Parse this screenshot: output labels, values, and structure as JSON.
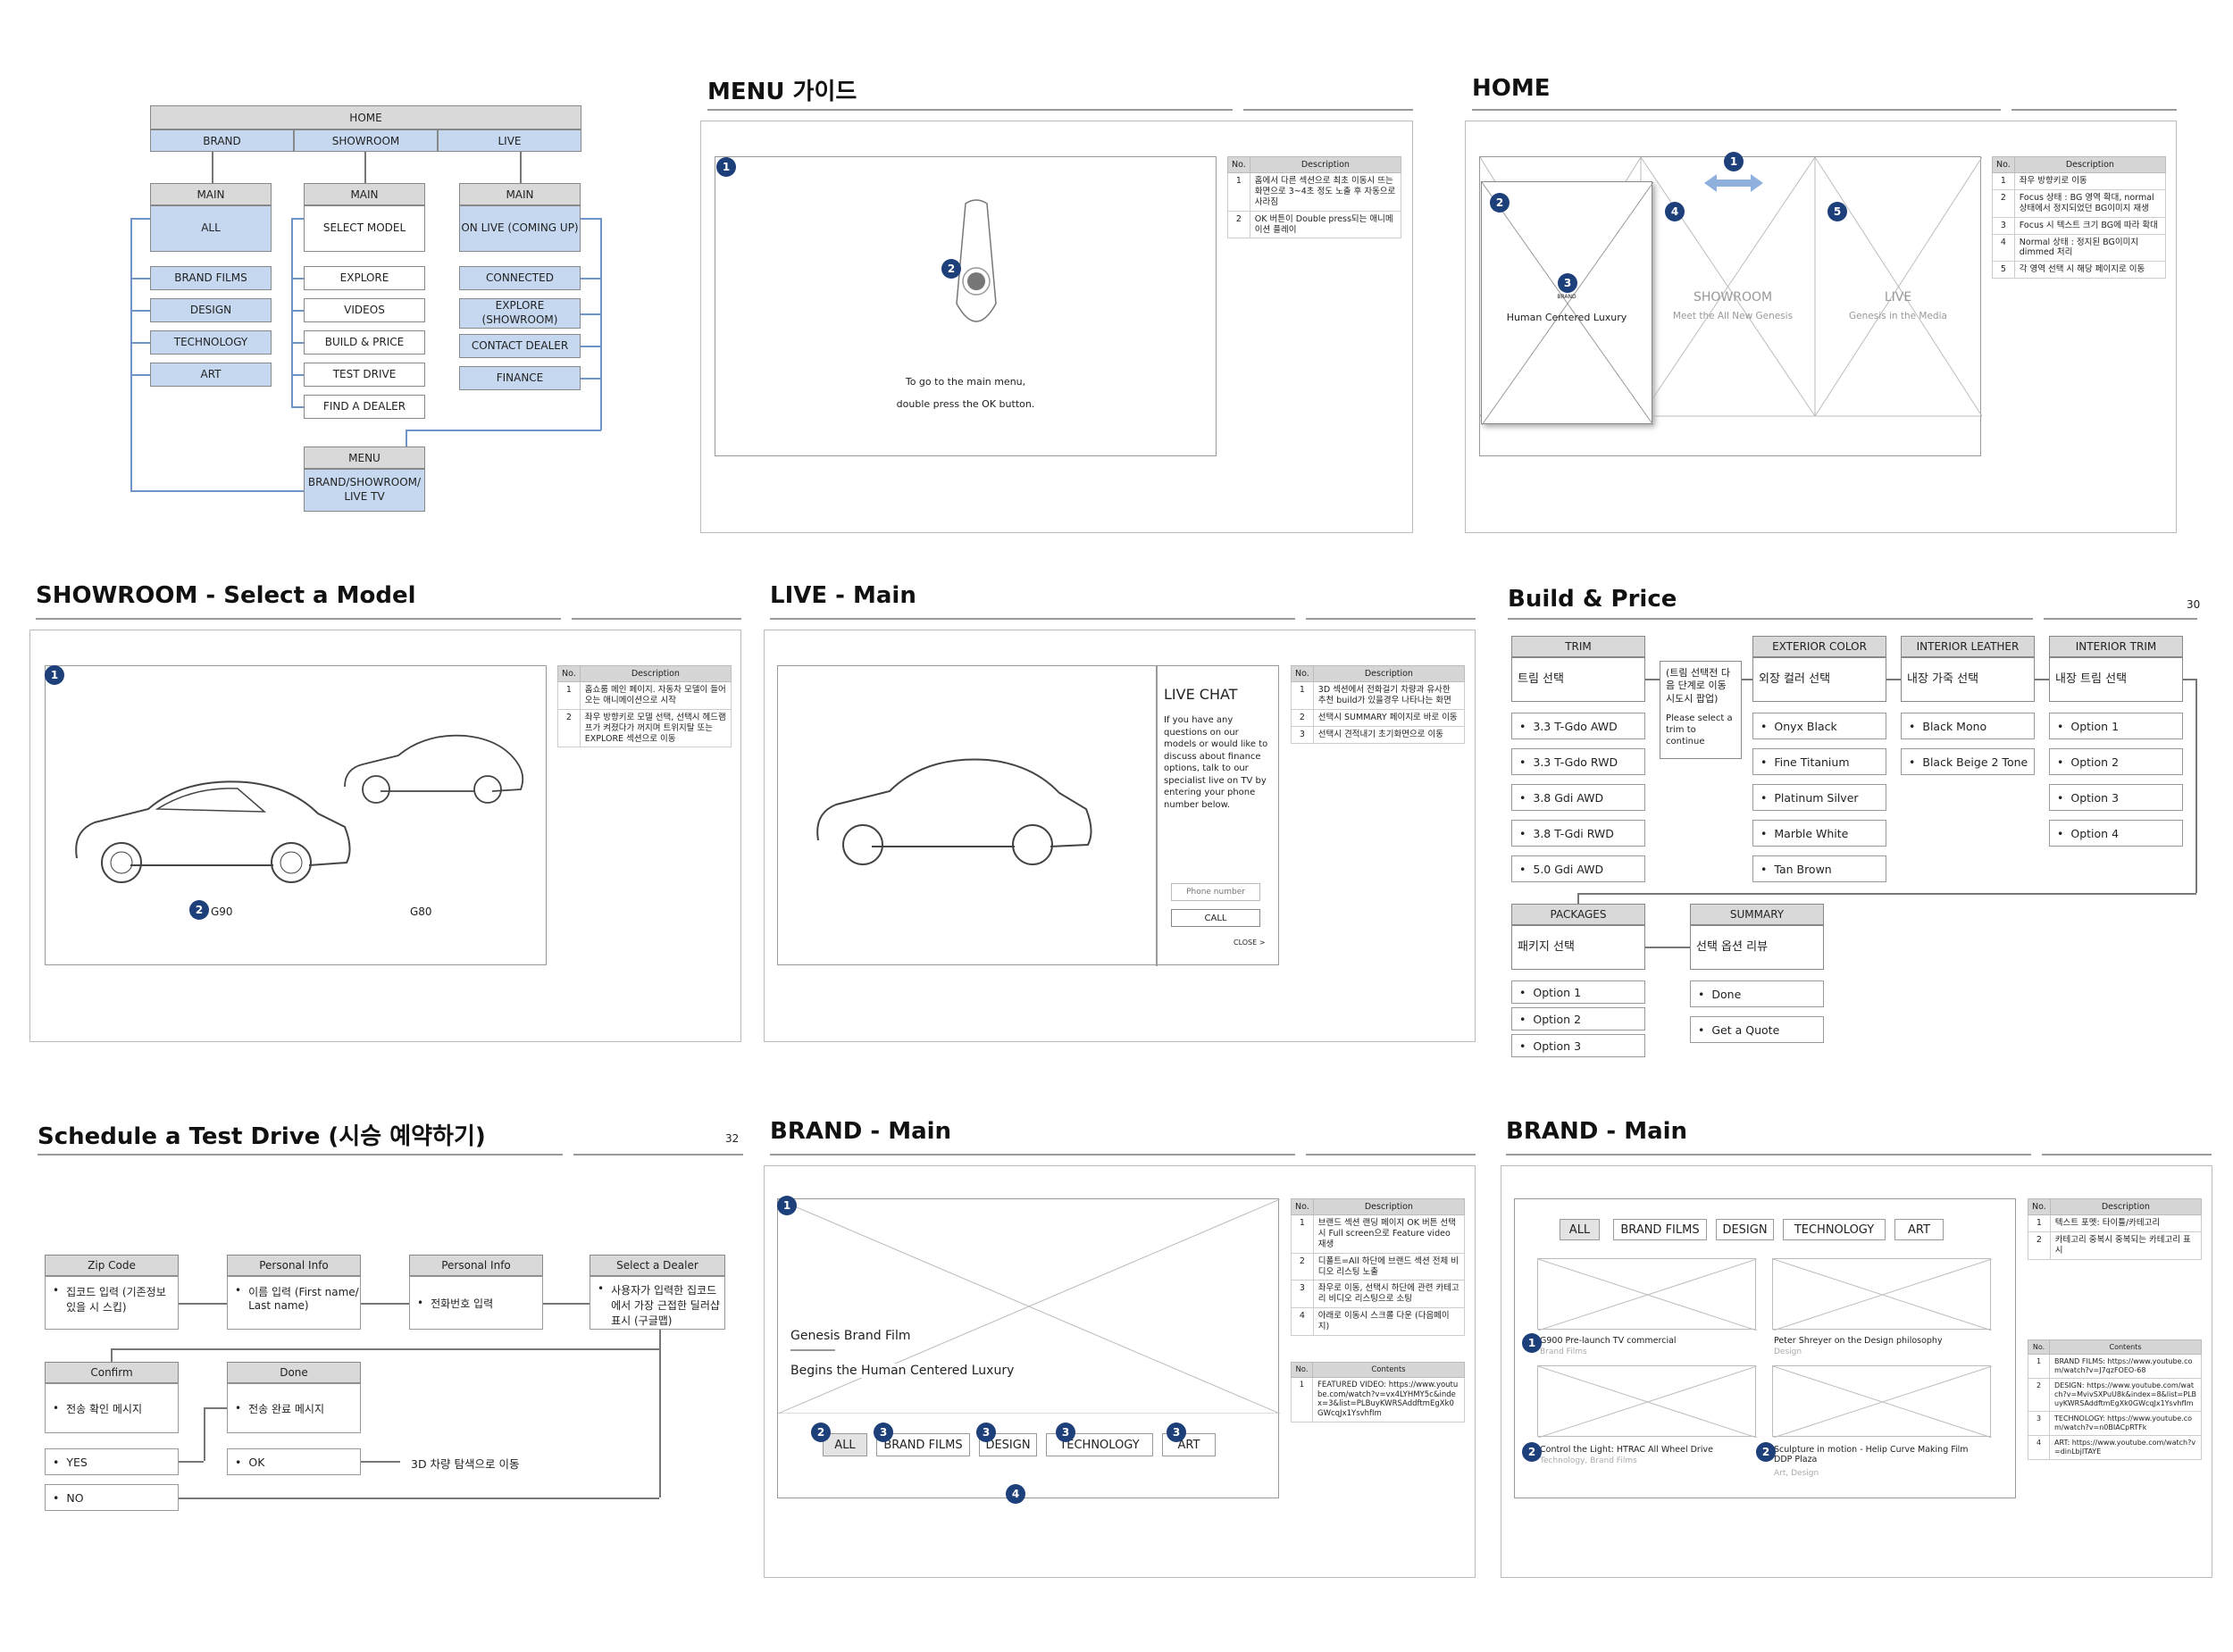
{
  "sitemap": {
    "home": "HOME",
    "brand": "BRAND",
    "showroom": "SHOWROOM",
    "live": "LIVE",
    "main": "MAIN",
    "brand_main": "ALL",
    "showroom_main": "SELECT MODEL",
    "live_main": "ON LIVE (COMING UP)",
    "brand_items": [
      "BRAND FILMS",
      "DESIGN",
      "TECHNOLOGY",
      "ART"
    ],
    "showroom_items": [
      "EXPLORE",
      "VIDEOS",
      "BUILD & PRICE",
      "TEST DRIVE",
      "FIND A DEALER"
    ],
    "live_items": [
      "CONNECTED",
      "EXPLORE (SHOWROOM)",
      "CONTACT DEALER",
      "FINANCE"
    ],
    "menu": "MENU",
    "menu_sub": "BRAND/SHOWROOM/ LIVE TV"
  },
  "menu_guide": {
    "title": "MENU 가이드",
    "text1": "To go to the main menu,",
    "text2": "double press the OK button.",
    "table": {
      "h_no": "No.",
      "h_desc": "Description",
      "rows": [
        {
          "n": "1",
          "d": "홈에서 다른 섹션으로 최초 이동시 뜨는 화면으로 3~4초 정도 노출 후 자동으로 사라짐"
        },
        {
          "n": "2",
          "d": "OK 버튼이 Double press되는 애니메이션 플레이"
        }
      ]
    }
  },
  "home": {
    "title": "HOME",
    "brand_label": "BRAND",
    "brand_caption": "Human Centered Luxury",
    "showroom_label": "SHOWROOM",
    "showroom_caption": "Meet the All New Genesis",
    "live_label": "LIVE",
    "live_caption": "Genesis in the Media",
    "table": {
      "h_no": "No.",
      "h_desc": "Description",
      "rows": [
        {
          "n": "1",
          "d": "좌우 방향키로 이동"
        },
        {
          "n": "2",
          "d": "Focus 상태 : BG 영역 확대, normal 상태에서 정지되었던 BG이미지 재생"
        },
        {
          "n": "3",
          "d": "Focus 시 텍스트 크기 BG에 따라 확대"
        },
        {
          "n": "4",
          "d": "Normal 상태 : 정지된 BG이미지 dimmed 처리"
        },
        {
          "n": "5",
          "d": "각 영역 선택 시 해당 페이지로 이동"
        }
      ]
    }
  },
  "showroom": {
    "title": "SHOWROOM - Select a Model",
    "car1": "G90",
    "car2": "G80",
    "table": {
      "h_no": "No.",
      "h_desc": "Description",
      "rows": [
        {
          "n": "1",
          "d": "홈쇼룸 메인 페이지. 자동차 모델이 들어오는 애니메이션으로 시작"
        },
        {
          "n": "2",
          "d": "좌우 방향키로 모델 선택, 선택시 헤드램프가 켜졌다가 꺼지며 트위지탈 또는 EXPLORE 섹션으로 이동"
        }
      ]
    }
  },
  "live": {
    "title": "LIVE - Main",
    "chat_title": "LIVE CHAT",
    "chat_body": "If you have any questions on our models or would like to discuss about finance options, talk to our specialist live on TV by entering your phone number below.",
    "phone_placeholder": "Phone number",
    "call": "CALL",
    "close": "CLOSE >",
    "table": {
      "h_no": "No.",
      "h_desc": "Description",
      "rows": [
        {
          "n": "1",
          "d": "3D 섹션에서 전화걸기 차량과 유사한 추천 build가 있을경우 나타나는 화면"
        },
        {
          "n": "2",
          "d": "선택시 SUMMARY 페이지로 바로 이동"
        },
        {
          "n": "3",
          "d": "선택시 견적내기 초기화면으로 이동"
        }
      ]
    }
  },
  "build": {
    "title": "Build & Price",
    "page": "30",
    "trim": {
      "head": "TRIM",
      "sub": "트림 선택",
      "items": [
        "3.3 T-Gdo AWD",
        "3.3 T-Gdo RWD",
        "3.8 Gdi AWD",
        "3.8 T-Gdi RWD",
        "5.0 Gdi AWD"
      ]
    },
    "note": "(트림 선택전 다음 단계로 이동 시도시 팝업)",
    "note_en": "Please select a trim to continue",
    "ext": {
      "head": "EXTERIOR COLOR",
      "sub": "외장 컬러 선택",
      "items": [
        "Onyx Black",
        "Fine Titanium",
        "Platinum Silver",
        "Marble White",
        "Tan Brown"
      ]
    },
    "leather": {
      "head": "INTERIOR LEATHER",
      "sub": "내장 가죽 선택",
      "items": [
        "Black Mono",
        "Black Beige 2 Tone"
      ]
    },
    "itrim": {
      "head": "INTERIOR TRIM",
      "sub": "내장 트림 선택",
      "items": [
        "Option 1",
        "Option 2",
        "Option 3",
        "Option 4"
      ]
    },
    "packages": {
      "head": "PACKAGES",
      "sub": "패키지 선택",
      "items": [
        "Option 1",
        "Option 2",
        "Option 3"
      ]
    },
    "summary": {
      "head": "SUMMARY",
      "sub": "선택 옵션 리뷰",
      "items": [
        "Done",
        "Get a Quote"
      ]
    }
  },
  "test": {
    "title": "Schedule a Test Drive (시승 예약하기)",
    "page": "32",
    "zip": {
      "head": "Zip Code",
      "body": "집코드 입력 (기존정보 있을 시 스킵)"
    },
    "info1": {
      "head": "Personal Info",
      "body": "이름 입력 (First name/ Last name)"
    },
    "info2": {
      "head": "Personal Info",
      "body": "전화번호 입력"
    },
    "dealer": {
      "head": "Select a Dealer",
      "body": "사용자가 입력한 집코드에서 가장 근접한 딜러샵 표시 (구글맵)"
    },
    "confirm": {
      "head": "Confirm",
      "body": "전송 확인 메시지"
    },
    "done": {
      "head": "Done",
      "body": "전송 완료 메시지"
    },
    "yes": "YES",
    "no": "NO",
    "ok": "OK",
    "next": "3D 차량 탐색으로 이동"
  },
  "brand1": {
    "title": "BRAND - Main",
    "film": "Genesis Brand Film",
    "tagline": "Begins the Human Centered Luxury",
    "tabs": [
      "ALL",
      "BRAND FILMS",
      "DESIGN",
      "TECHNOLOGY",
      "ART"
    ],
    "table": {
      "h_no": "No.",
      "h_desc": "Description",
      "rows": [
        {
          "n": "1",
          "d": "브랜드 섹션 랜딩 페이지 OK 버튼 선택시 Full screen으로 Feature video 재생"
        },
        {
          "n": "2",
          "d": "디폴트=All 하단에 브랜드 섹션 전체 비디오 리스팅 노출"
        },
        {
          "n": "3",
          "d": "좌우로 이동, 선택시 하단에 관련 카테고리 비디오 리스팅으로 소팅"
        },
        {
          "n": "4",
          "d": "아래로 이동시 스크롤 다운 (다음페이지)"
        }
      ]
    },
    "contents": {
      "h_no": "No.",
      "h_desc": "Contents",
      "rows": [
        {
          "n": "1",
          "d": "FEATURED VIDEO: https://www.youtube.com/watch?v=vx4LYHMY5c&index=3&list=PLBuyKWRSAddftmEgXk0GWcqJx1YsvhfIm"
        }
      ]
    }
  },
  "brand2": {
    "title": "BRAND - Main",
    "tabs": [
      "ALL",
      "BRAND FILMS",
      "DESIGN",
      "TECHNOLOGY",
      "ART"
    ],
    "videos": [
      {
        "t": "G900 Pre-launch TV commercial",
        "c": "Brand Films"
      },
      {
        "t": "Peter Shreyer on the Design philosophy",
        "c": "Design"
      },
      {
        "t": "Control the Light: HTRAC All Wheel Drive",
        "c": "Technology, Brand Films"
      },
      {
        "t": "Sculpture in motion - Helip Curve Making Film DDP Plaza",
        "c": "Art, Design"
      }
    ],
    "table": {
      "h_no": "No.",
      "h_desc": "Description",
      "rows": [
        {
          "n": "1",
          "d": "텍스트 포멧: 타이틀/카테고리"
        },
        {
          "n": "2",
          "d": "카테고리 중복시 중복되는 카테고리 표시"
        }
      ]
    },
    "contents": {
      "h_no": "No.",
      "h_desc": "Contents",
      "rows": [
        {
          "n": "1",
          "d": "BRAND FILMS: https://www.youtube.com/watch?v=J7qzFOEO-68"
        },
        {
          "n": "2",
          "d": "DESIGN: https://www.youtube.com/watch?v=MvivSXPuU8k&index=8&list=PLBuyKWRSAddftmEgXk0GWcqJx1YsvhfIm"
        },
        {
          "n": "3",
          "d": "TECHNOLOGY: https://www.youtube.com/watch?v=n0BIACpRTFk"
        },
        {
          "n": "4",
          "d": "ART: https://www.youtube.com/watch?v=dinLbjITAYE"
        }
      ]
    }
  }
}
